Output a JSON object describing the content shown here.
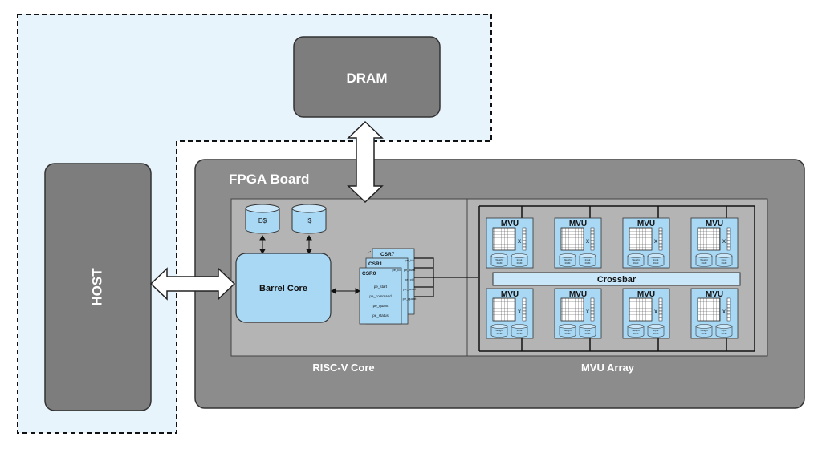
{
  "labels": {
    "dram": "DRAM",
    "host": "HOST",
    "fpga_board": "FPGA Board",
    "dcache": "D$",
    "icache": "I$",
    "barrel_core": "Barrel Core",
    "risc_v_core": "RISC-V Core",
    "mvu_array": "MVU Array",
    "crossbar": "Crossbar",
    "mvu": "MVU",
    "weight_ram": "Weight RAM",
    "input_ram": "Input RAM",
    "multiply_sign": "x",
    "csr_back": "CSR7",
    "csr_mid": "CSR1",
    "csr_front": "CSR0",
    "csr_dots": "..."
  },
  "csr_front_fields": [
    "pe_start",
    "pe_command",
    "pe_quant",
    "pe_status"
  ],
  "csr_back_fields": [
    "pe_i/o",
    "pe_start",
    "pe_ctrl",
    "pe_send",
    "pe_quant"
  ],
  "csr_mid_fields": [
    "pe_i/o"
  ],
  "colors": {
    "light_blue": "#a9d8f5",
    "host_region": "#e8f4fb",
    "dark_gray": "#7a7a7a",
    "board_gray": "#8c8c8c",
    "panel_gray": "#b4b4b4",
    "white": "#ffffff"
  }
}
